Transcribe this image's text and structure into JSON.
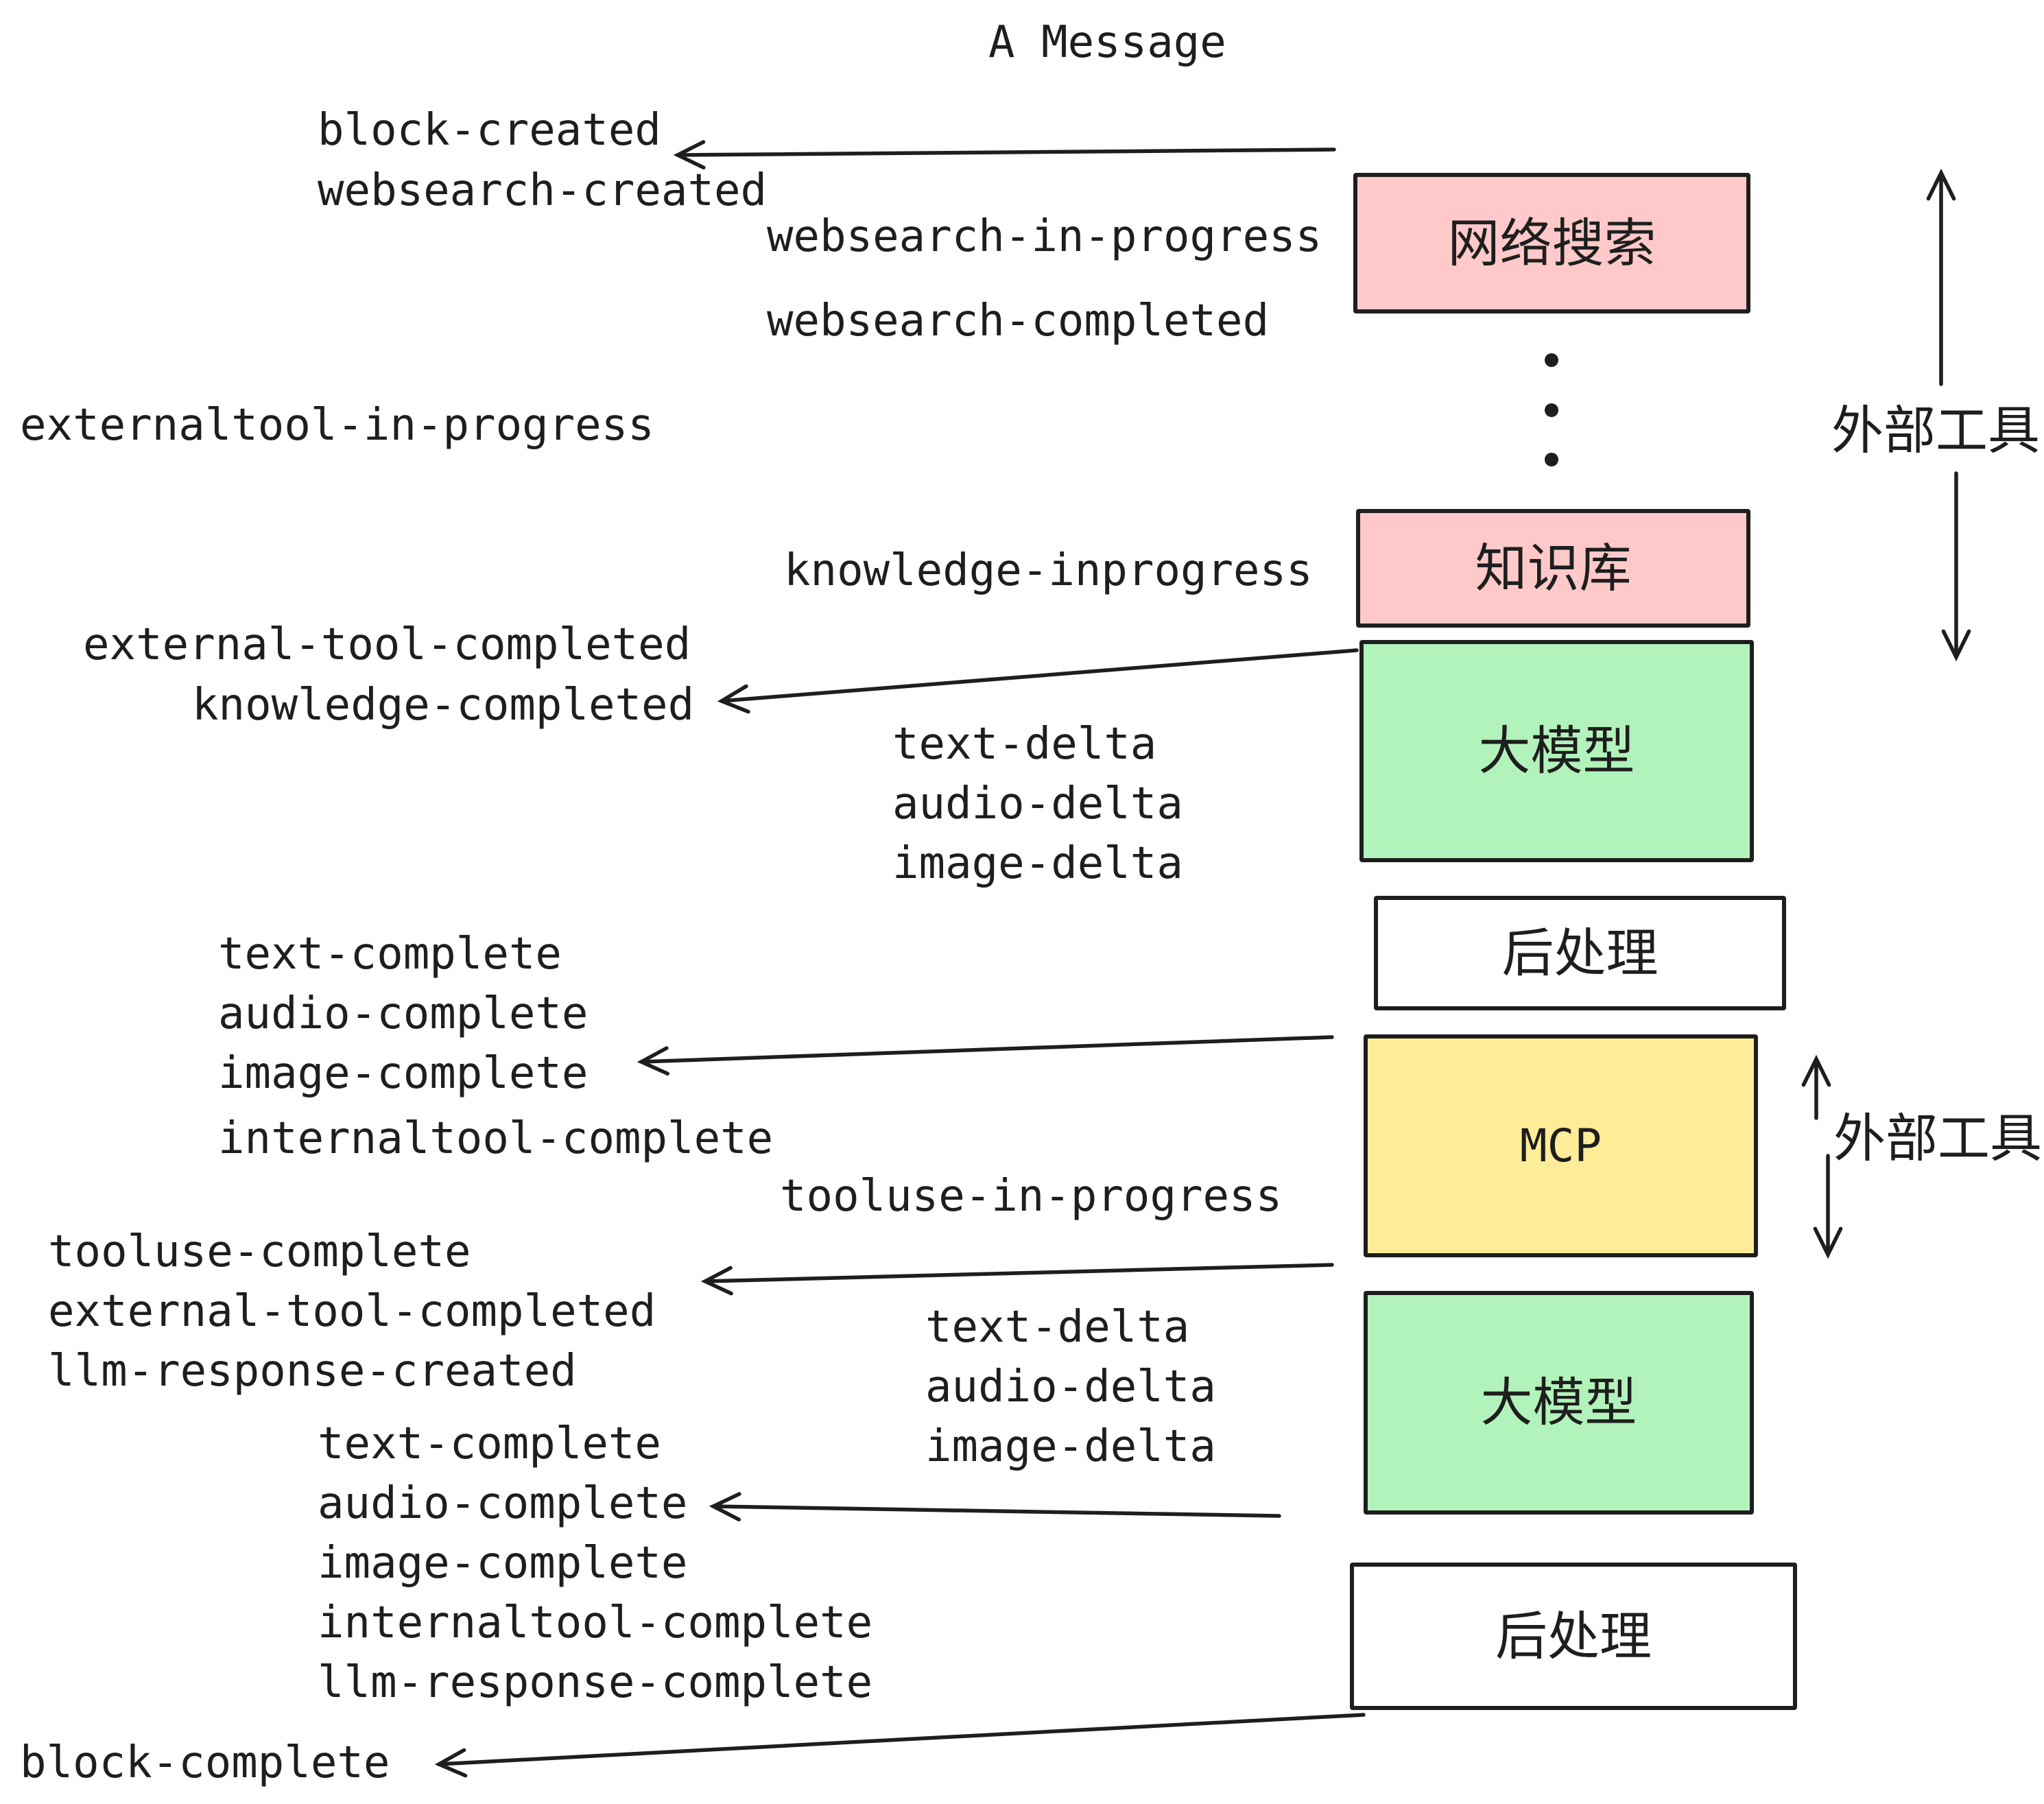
{
  "title": "A Message",
  "colors": {
    "pink": "#ffc9c9",
    "green": "#b2f2bb",
    "yellow": "#ffec99",
    "white": "#ffffff",
    "ink": "#1e1e1e"
  },
  "boxes": [
    {
      "label": "网络搜索"
    },
    {
      "label": "知识库"
    },
    {
      "label": "大模型"
    },
    {
      "label": "后处理"
    },
    {
      "label": "MCP"
    },
    {
      "label": "大模型"
    },
    {
      "label": "后处理"
    }
  ],
  "side_labels": [
    {
      "text": "外部工具"
    },
    {
      "text": "外部工具"
    }
  ],
  "events": [
    {
      "text": "block-created"
    },
    {
      "text": "websearch-created"
    },
    {
      "text": "websearch-in-progress"
    },
    {
      "text": "websearch-completed"
    },
    {
      "text": "externaltool-in-progress"
    },
    {
      "text": "knowledge-inprogress"
    },
    {
      "text": "external-tool-completed"
    },
    {
      "text": "knowledge-completed"
    },
    {
      "text": "text-delta"
    },
    {
      "text": "audio-delta"
    },
    {
      "text": "image-delta"
    },
    {
      "text": "text-complete"
    },
    {
      "text": "audio-complete"
    },
    {
      "text": "image-complete"
    },
    {
      "text": "internaltool-complete"
    },
    {
      "text": "tooluse-in-progress"
    },
    {
      "text": "tooluse-complete"
    },
    {
      "text": "external-tool-completed"
    },
    {
      "text": "llm-response-created"
    },
    {
      "text": "text-complete"
    },
    {
      "text": "audio-complete"
    },
    {
      "text": "image-complete"
    },
    {
      "text": "internaltool-complete"
    },
    {
      "text": "llm-response-complete"
    },
    {
      "text": "block-complete"
    }
  ]
}
